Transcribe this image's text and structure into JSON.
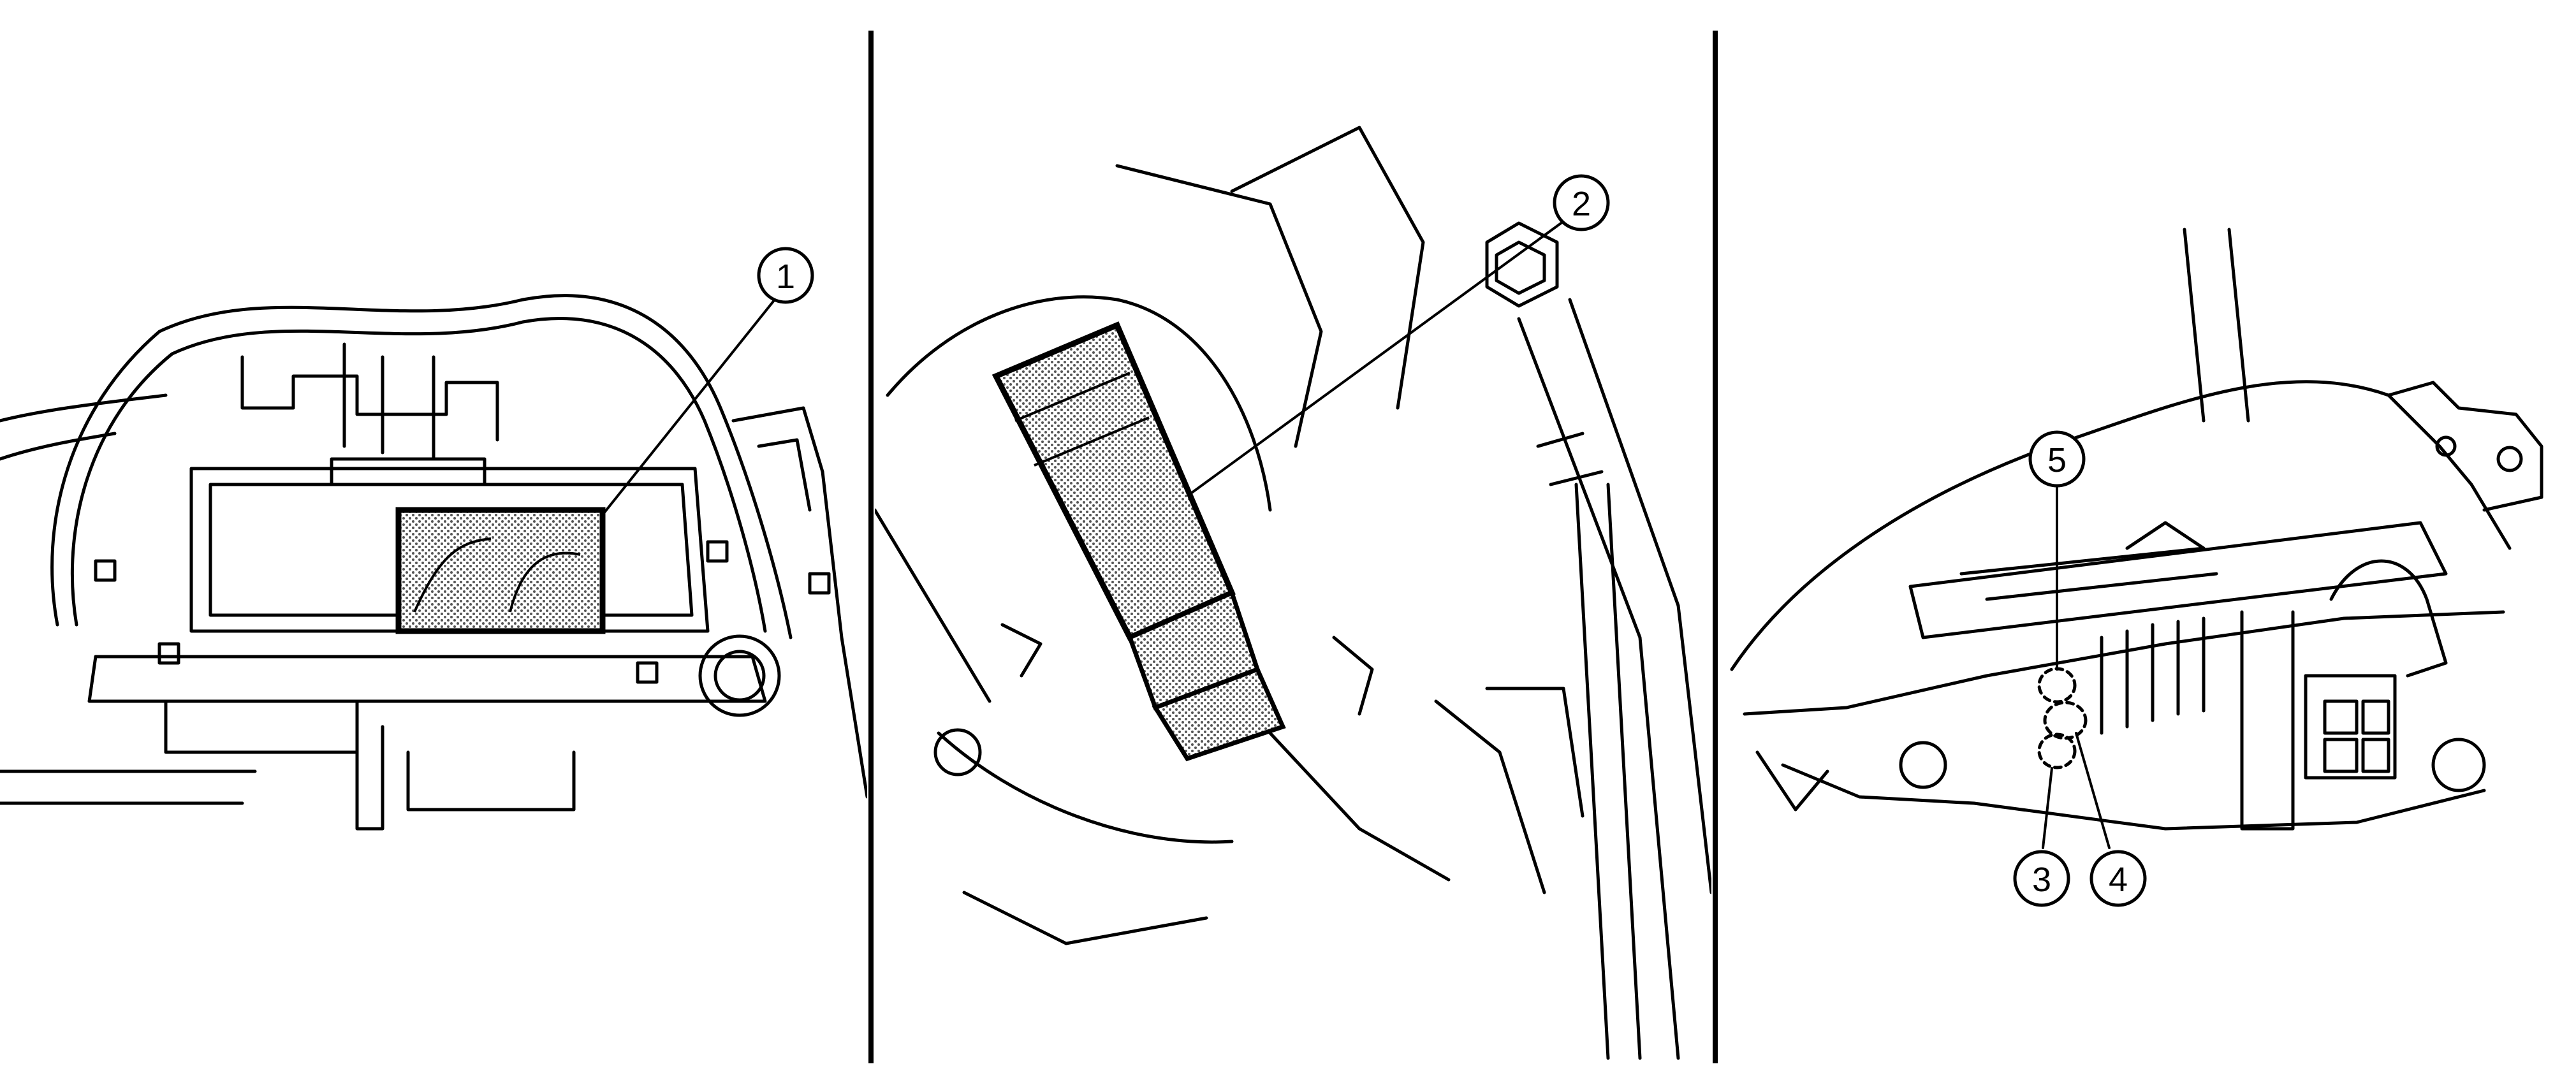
{
  "colors": {
    "line": "#000000",
    "background": "#ffffff",
    "highlight_fill": "#c8c8c8"
  },
  "callouts": {
    "c1": "1",
    "c2": "2",
    "c3": "3",
    "c4": "4",
    "c5": "5"
  }
}
